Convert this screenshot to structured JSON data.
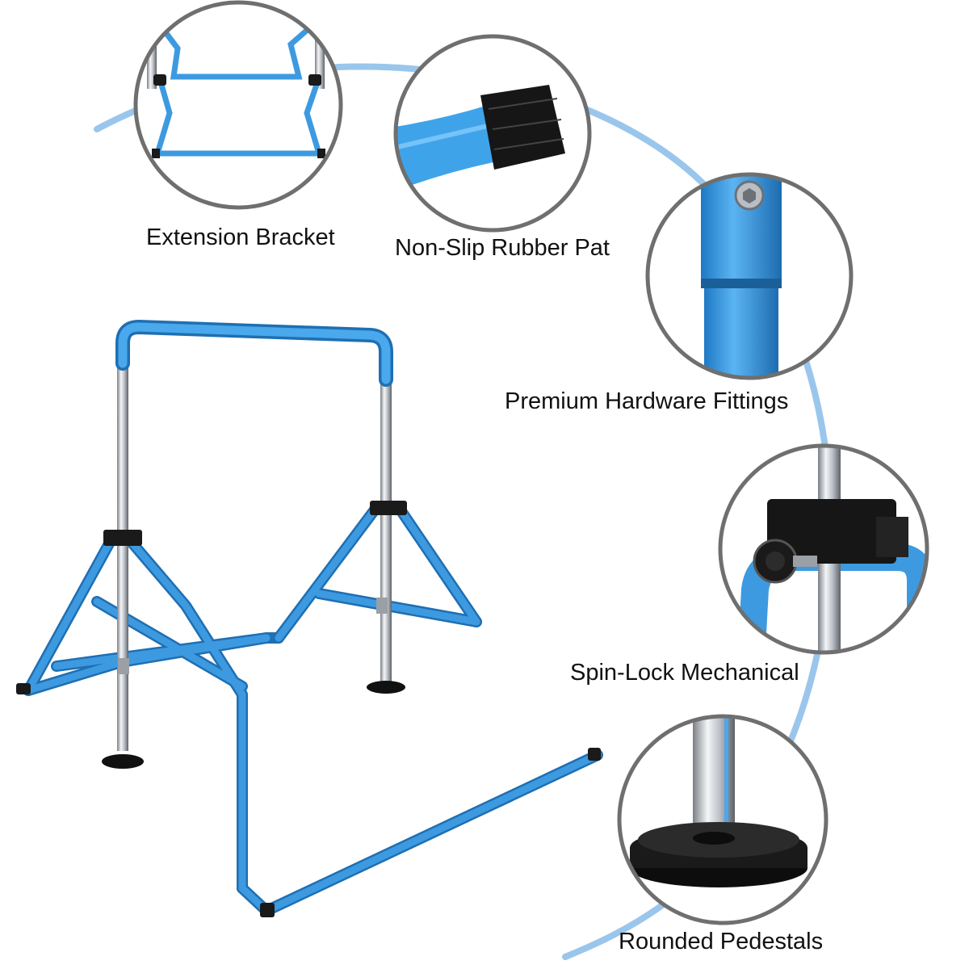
{
  "colors": {
    "frame_blue": "#2f8fd8",
    "frame_blue_dark": "#1f6fb2",
    "arc_blue": "#8fc0ea",
    "circle_border": "#6f6f6f",
    "rubber_black": "#1a1a1a",
    "chrome": "#c8ccd0"
  },
  "callouts": [
    {
      "label": "Extension Bracket"
    },
    {
      "label": "Non-Slip Rubber Pat"
    },
    {
      "label": "Premium Hardware Fittings"
    },
    {
      "label": "Spin-Lock Mechanical"
    },
    {
      "label": "Rounded Pedestals"
    }
  ]
}
